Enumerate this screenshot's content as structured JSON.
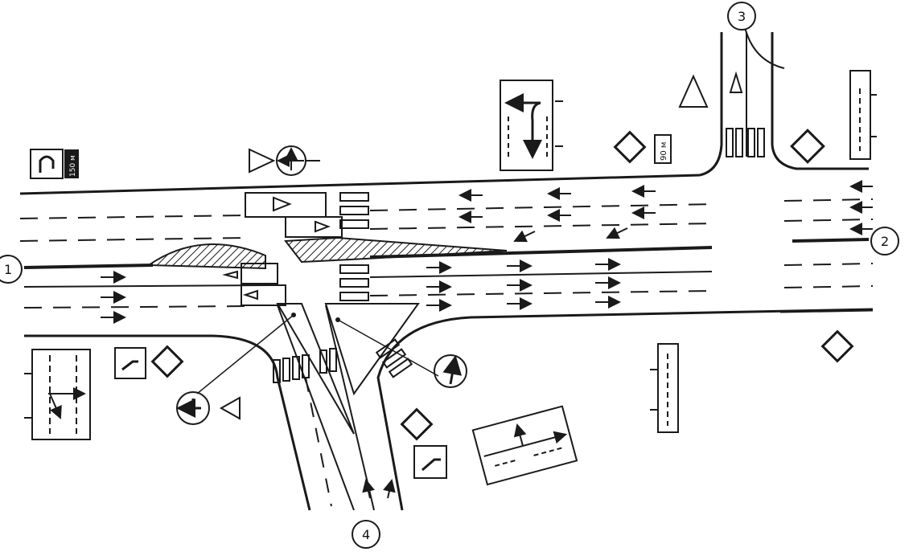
{
  "approaches": [
    {
      "id": "approach-1",
      "label": "1"
    },
    {
      "id": "approach-2",
      "label": "2"
    },
    {
      "id": "approach-3",
      "label": "3"
    },
    {
      "id": "approach-4",
      "label": "4"
    }
  ],
  "signs": {
    "distance_plate": "90 м",
    "uturn_distance": "150 м"
  },
  "colors": {
    "ink": "#1a1a1a",
    "paper": "#ffffff"
  }
}
